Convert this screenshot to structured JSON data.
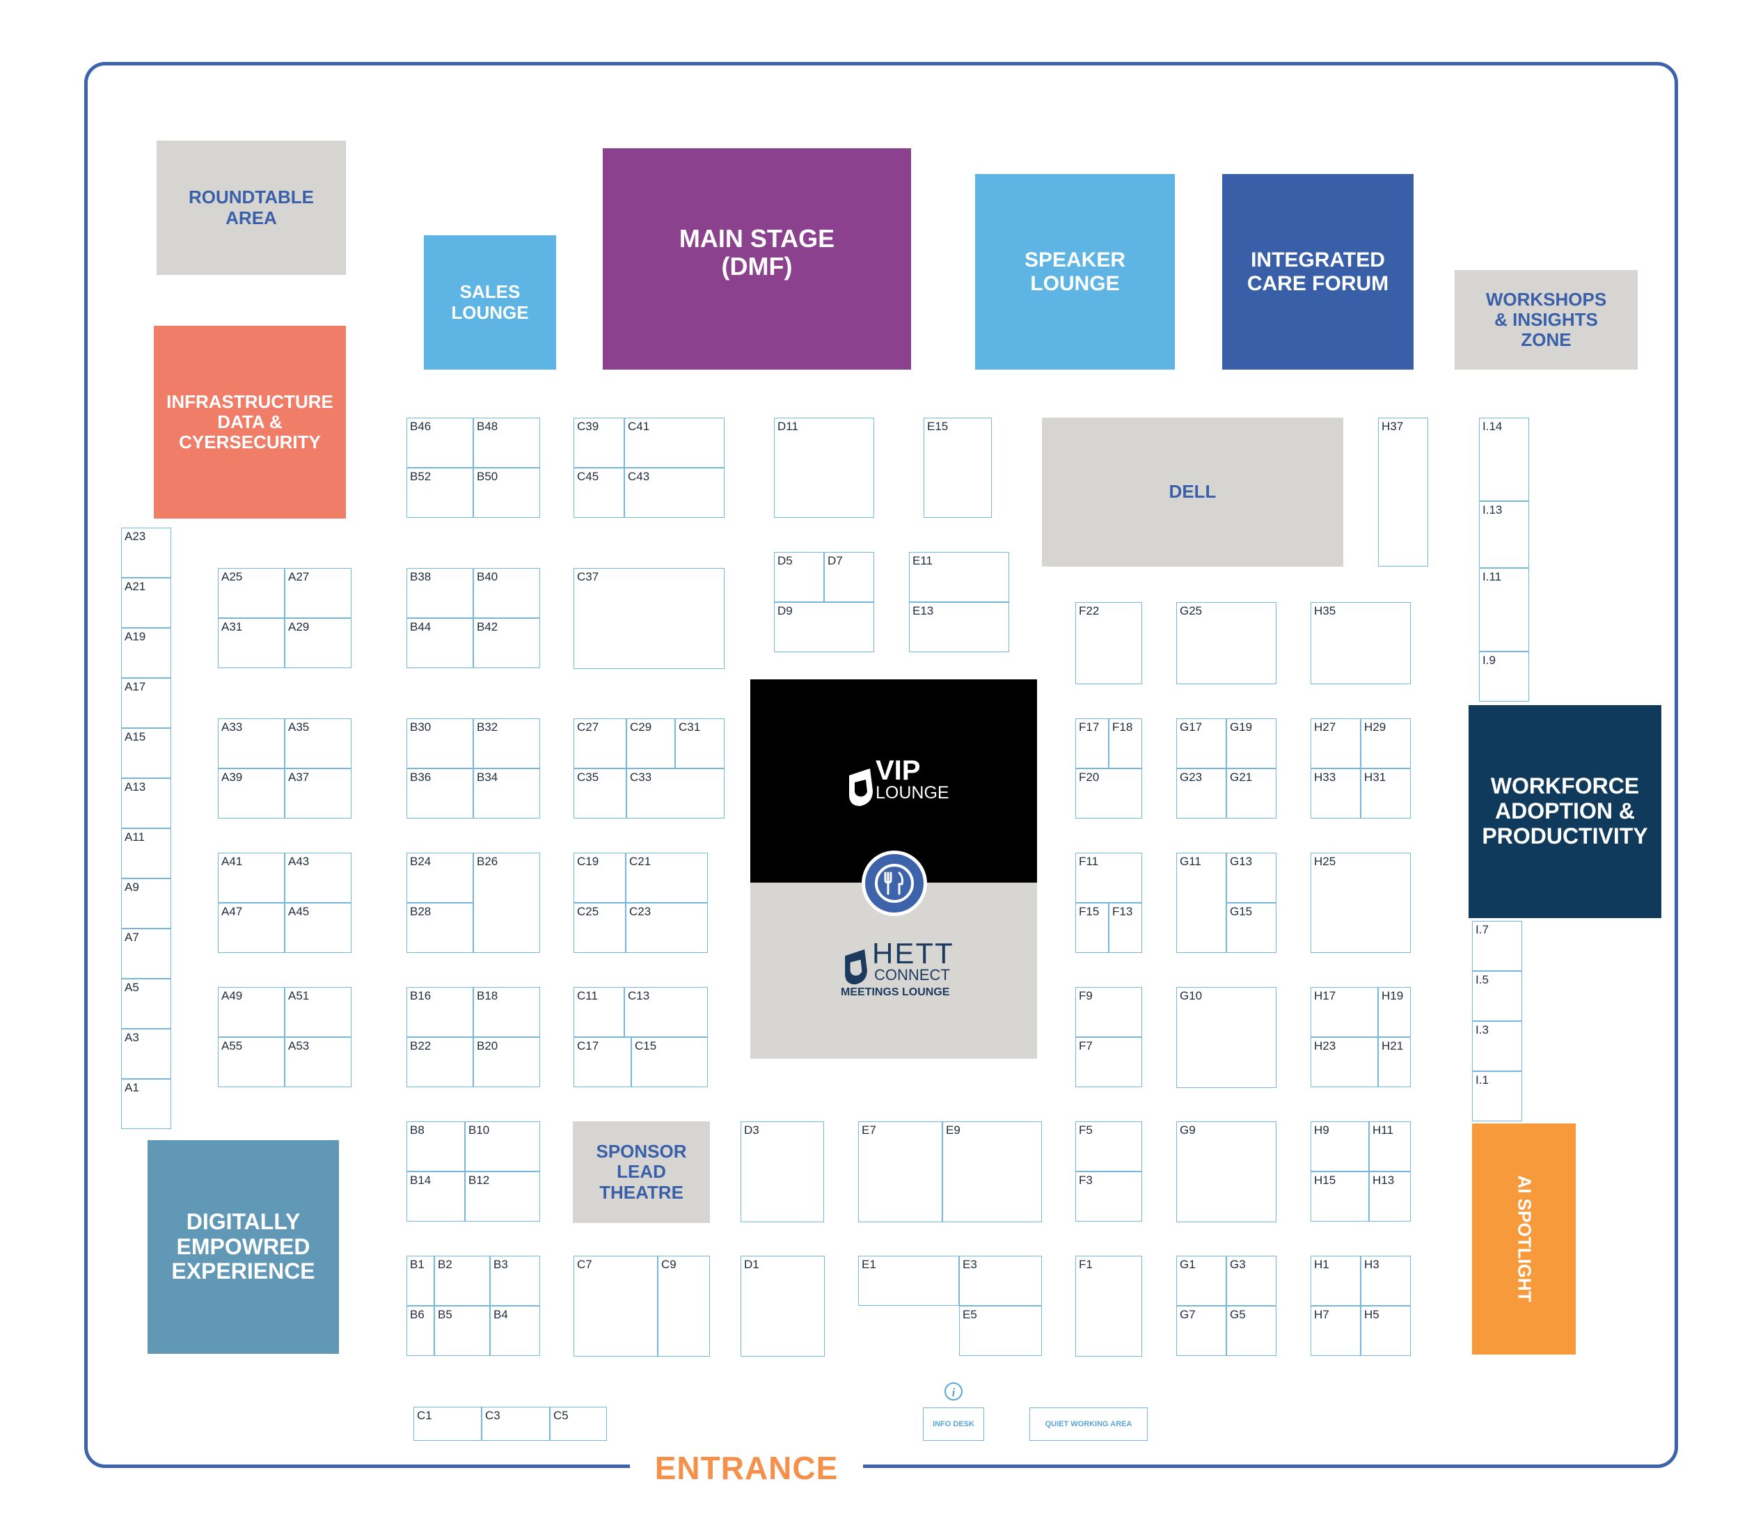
{
  "entrance": "ENTRANCE",
  "zones": {
    "roundtable": "ROUNDTABLE\nAREA",
    "sales_lounge": "SALES\nLOUNGE",
    "main_stage": "MAIN STAGE\n(DMF)",
    "speaker_lounge": "SPEAKER\nLOUNGE",
    "integrated_care": "INTEGRATED\nCARE FORUM",
    "workshops": "WORKSHOPS\n& INSIGHTS\nZONE",
    "infrastructure": "INFRASTRUCTURE\nDATA &\nCYERSECURITY",
    "dell": "DELL",
    "workforce": "WORKFORCE\nADOPTION &\nPRODUCTIVITY",
    "digitally": "DIGITALLY\nEMPOWRED\nEXPERIENCE",
    "sponsor": "SPONSOR\nLEAD\nTHEATRE",
    "ai_spotlight": "AI SPOTLIGHT"
  },
  "vip": {
    "title": "VIP",
    "subtitle": "LOUNGE"
  },
  "meetings": {
    "title": "HETT",
    "connect": "CONNECT",
    "subtitle": "MEETINGS LOUNGE"
  },
  "facilities": {
    "info_icon": "i",
    "info_desk": "INFO DESK",
    "quiet_area": "QUIET WORKING AREA"
  },
  "colors": {
    "grey": "#d6d5d2",
    "light_blue": "#5eb4e3",
    "purple": "#8c418f",
    "royal_blue": "#3a5fa9",
    "coral": "#f07d68",
    "navy": "#0f3a5c",
    "steel_blue": "#6098b6",
    "orange": "#f79a3b",
    "text_blue": "#3a5fa9",
    "entrance": "#f4904a",
    "booth_border": "#75b7de"
  },
  "booth_labels": [
    "A23",
    "A21",
    "A19",
    "A17",
    "A15",
    "A13",
    "A11",
    "A9",
    "A7",
    "A5",
    "A3",
    "A1",
    "A25",
    "A27",
    "A31",
    "A29",
    "A33",
    "A35",
    "A39",
    "A37",
    "A41",
    "A43",
    "A47",
    "A45",
    "A49",
    "A51",
    "A55",
    "A53",
    "B46",
    "B48",
    "B52",
    "B50",
    "B38",
    "B40",
    "B44",
    "B42",
    "B30",
    "B32",
    "B36",
    "B34",
    "B24",
    "B26",
    "B28",
    "B16",
    "B18",
    "B22",
    "B20",
    "B8",
    "B10",
    "B14",
    "B12",
    "B1",
    "B2",
    "B3",
    "B6",
    "B5",
    "B4",
    "C39",
    "C41",
    "C45",
    "C43",
    "C37",
    "C27",
    "C29",
    "C31",
    "C35",
    "C33",
    "C19",
    "C21",
    "C25",
    "C23",
    "C11",
    "C13",
    "C17",
    "C15",
    "C7",
    "C9",
    "C1",
    "C3",
    "C5",
    "D11",
    "D5",
    "D7",
    "D9",
    "D3",
    "D1",
    "E15",
    "E11",
    "E13",
    "E7",
    "E9",
    "E1",
    "E3",
    "E5",
    "F22",
    "F17",
    "F18",
    "F20",
    "F11",
    "F15",
    "F13",
    "F9",
    "F7",
    "F5",
    "F3",
    "F1",
    "G25",
    "G17",
    "G19",
    "G23",
    "G21",
    "G11",
    "G13",
    "G15",
    "G10",
    "G9",
    "G1",
    "G3",
    "G7",
    "G5",
    "H37",
    "H35",
    "H27",
    "H29",
    "H33",
    "H31",
    "H25",
    "H17",
    "H19",
    "H23",
    "H21",
    "H9",
    "H11",
    "H15",
    "H13",
    "H1",
    "H3",
    "H7",
    "H5",
    "I.14",
    "I.13",
    "I.11",
    "I.9",
    "I.7",
    "I.5",
    "I.3",
    "I.1"
  ]
}
